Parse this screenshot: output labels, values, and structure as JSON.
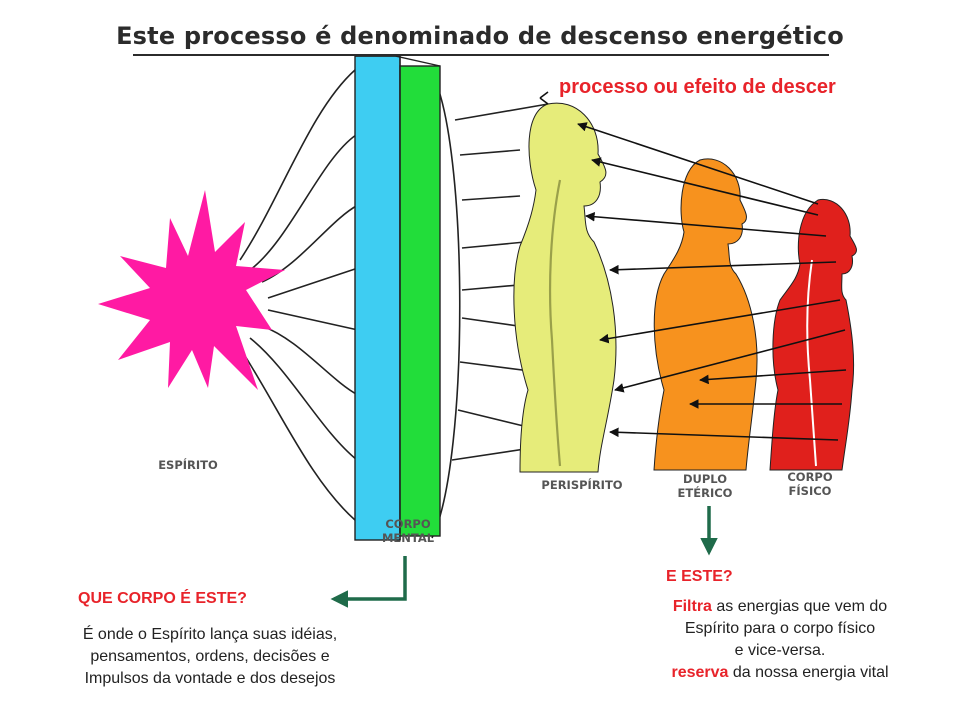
{
  "title": "Este processo é denominado de descenso energético",
  "subtitle": "processo ou efeito de descer",
  "labels": {
    "espirito": "ESPÍRITO",
    "corpo_mental": "CORPO\nMENTAL",
    "perispirito": "PERISPÍRITO",
    "duplo_eterico": "DUPLO\nETÉRICO",
    "corpo_fisico": "CORPO\nFÍSICO"
  },
  "question_mental": {
    "heading": "QUE CORPO  É ESTE?",
    "lines": [
      "É onde o Espírito lança suas idéias,",
      "pensamentos, ordens, decisões e",
      "Impulsos da vontade e dos desejos"
    ]
  },
  "question_duplo": {
    "heading": "E ESTE?",
    "line1_highlight": "Filtra",
    "line1_rest": " as energias que vem do",
    "line2": "Espírito para o corpo físico",
    "line3": "e vice-versa.",
    "line4_highlight": "reserva",
    "line4_rest": " da nossa energia vital"
  },
  "colors": {
    "title": "#2b2b2b",
    "accent_red": "#e8232a",
    "spirit_magenta": "#ff1aa3",
    "mental_cyan": "#3ecdf2",
    "mental_green": "#22dd3a",
    "perispirit_yellow": "#e6ec7a",
    "etheric_orange": "#f7921e",
    "physical_red": "#e0201c",
    "arrow_green": "#1f6b4a"
  }
}
